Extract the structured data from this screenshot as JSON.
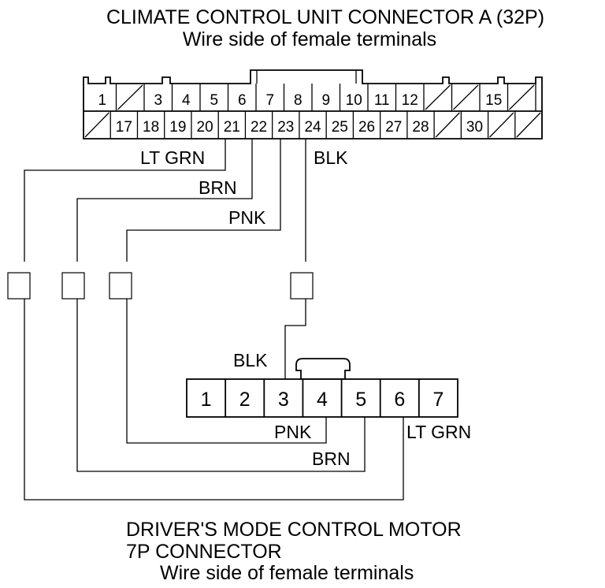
{
  "top_connector": {
    "title": "CLIMATE CONTROL UNIT CONNECTOR A (32P)",
    "subtitle": "Wire side of female terminals",
    "row1": [
      "1",
      "/",
      "3",
      "4",
      "5",
      "6",
      "7",
      "8",
      "9",
      "10",
      "11",
      "12",
      "/",
      "/",
      "15",
      "/"
    ],
    "row2": [
      "/",
      "17",
      "18",
      "19",
      "20",
      "21",
      "22",
      "23",
      "24",
      "25",
      "26",
      "27",
      "28",
      "/",
      "30",
      "/",
      "/"
    ]
  },
  "bottom_connector": {
    "title_line1": "DRIVER'S MODE CONTROL MOTOR",
    "title_line2": "7P CONNECTOR",
    "subtitle": "Wire side of female terminals",
    "pins": [
      "1",
      "2",
      "3",
      "4",
      "5",
      "6",
      "7"
    ]
  },
  "wires": {
    "top_lt_grn": "LT GRN",
    "top_brn": "BRN",
    "top_pnk": "PNK",
    "top_blk": "BLK",
    "bottom_blk": "BLK",
    "bottom_pnk": "PNK",
    "bottom_brn": "BRN",
    "bottom_lt_grn": "LT GRN"
  }
}
